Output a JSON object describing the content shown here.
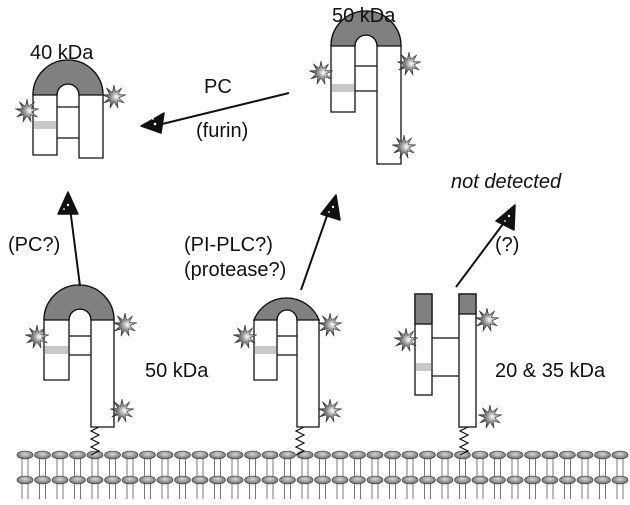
{
  "labels": {
    "mw_top_left": "40 kDa",
    "mw_top_right": "50 kDa",
    "mw_bottom_left": "50 kDa",
    "mw_bottom_right": "20 & 35 kDa",
    "pc": "PC",
    "furin": "(furin)",
    "pc_question": "(PC?)",
    "pi_plc": "(PI-PLC?)",
    "protease": "(protease?)",
    "question": "(?)",
    "not_detected": "not detected"
  },
  "colors": {
    "outline": "#111111",
    "cap": "#808080",
    "band": "#c8c8c8",
    "membrane": "#8a8a8a"
  }
}
